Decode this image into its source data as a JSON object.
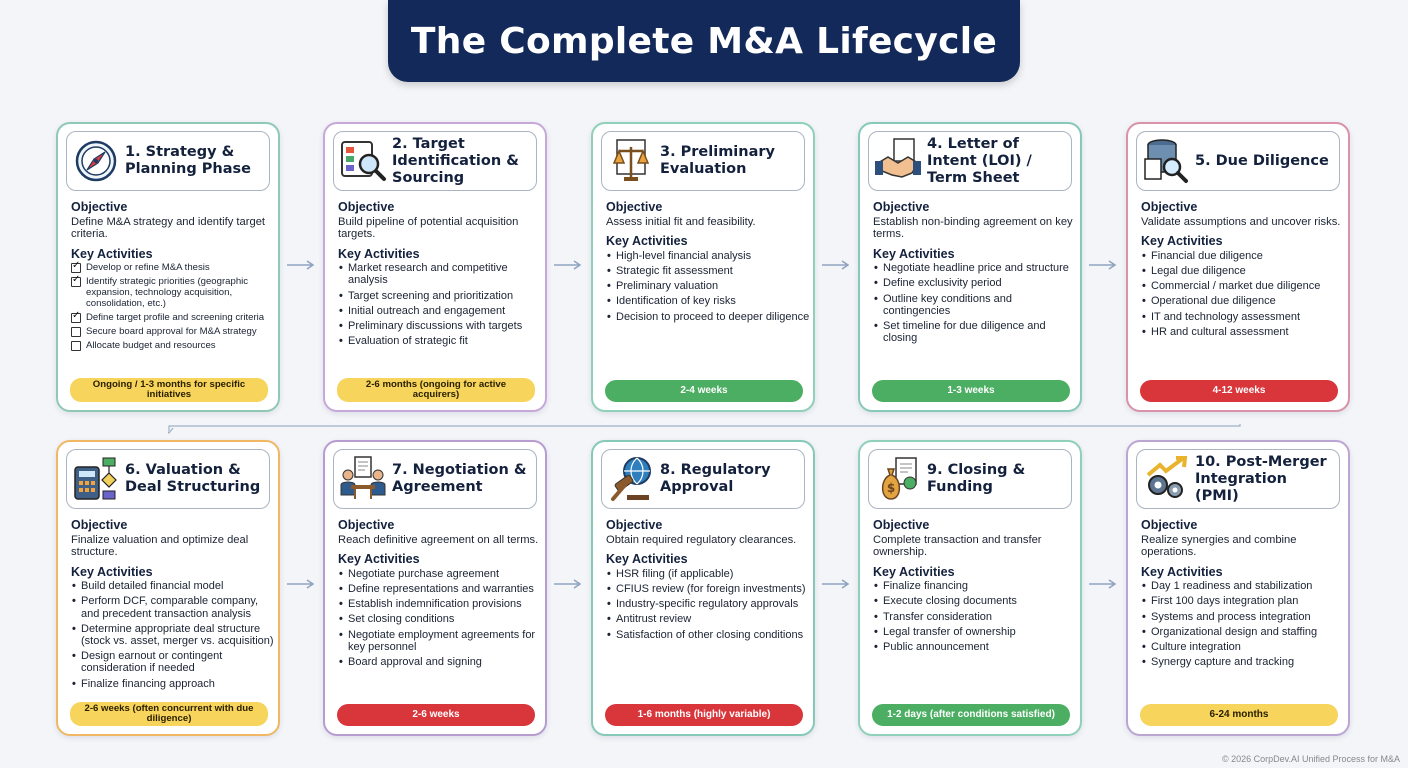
{
  "title": "The Complete M&A Lifecycle",
  "footer": "© 2026 CorpDev.AI Unified Process for M&A",
  "labels": {
    "objective": "Objective",
    "key_activities": "Key Activities"
  },
  "colors": {
    "banner": "#13295a",
    "yellow": "#f7d45b",
    "green": "#4cae62",
    "red": "#d9363b",
    "border_orange": "#f0a35c",
    "border_purple": "#b79ad0",
    "border_teal": "#7fc7b8",
    "border_pink": "#d98aa0"
  },
  "phases": [
    {
      "title": "1. Strategy & Planning Phase",
      "icon": "compass-icon",
      "objective": "Define M&A strategy and identify target criteria.",
      "activities": [
        {
          "text": "Develop or refine M&A thesis",
          "checked": true
        },
        {
          "text": "Identify strategic priorities (geographic expansion, technology acquisition, consolidation, etc.)",
          "checked": true
        },
        {
          "text": "Define target profile and screening criteria",
          "checked": true
        },
        {
          "text": "Secure board approval for M&A strategy",
          "checked": false
        },
        {
          "text": "Allocate budget and resources",
          "checked": false
        }
      ],
      "duration": "Ongoing / 1-3 months for specific initiatives",
      "duration_color": "yellow"
    },
    {
      "title": "2. Target Identification & Sourcing",
      "icon": "search-dashboard-icon",
      "objective": "Build pipeline of potential acquisition targets.",
      "activities": [
        "Market research and competitive analysis",
        "Target screening and prioritization",
        "Initial outreach and engagement",
        "Preliminary discussions with targets",
        "Evaluation of strategic fit"
      ],
      "duration": "2-6 months (ongoing for active acquirers)",
      "duration_color": "yellow"
    },
    {
      "title": "3. Preliminary Evaluation",
      "icon": "scales-icon",
      "objective": "Assess initial fit and feasibility.",
      "activities": [
        "High-level financial analysis",
        "Strategic fit assessment",
        "Preliminary valuation",
        "Identification of key risks",
        "Decision to proceed to deeper diligence"
      ],
      "duration": "2-4 weeks",
      "duration_color": "green"
    },
    {
      "title": "4. Letter of Intent (LOI) / Term Sheet",
      "icon": "handshake-icon",
      "objective": "Establish non-binding agreement on key terms.",
      "activities": [
        "Negotiate headline price and structure",
        "Define exclusivity period",
        "Outline key conditions and contingencies",
        "Set timeline for due diligence and closing"
      ],
      "duration": "1-3 weeks",
      "duration_color": "green"
    },
    {
      "title": "5. Due Diligence",
      "icon": "database-magnifier-icon",
      "objective": "Validate assumptions and uncover risks.",
      "activities": [
        "Financial due diligence",
        "Legal due diligence",
        "Commercial / market due diligence",
        "Operational due diligence",
        "IT and technology assessment",
        "HR and cultural assessment"
      ],
      "duration": "4-12 weeks",
      "duration_color": "red"
    },
    {
      "title": "6. Valuation & Deal Structuring",
      "icon": "calculator-flowchart-icon",
      "objective": "Finalize valuation and optimize deal structure.",
      "activities": [
        "Build detailed financial model",
        "Perform DCF, comparable company, and precedent transaction analysis",
        "Determine appropriate deal structure (stock vs. asset, merger vs. acquisition)",
        "Design earnout or contingent consideration if needed",
        "Finalize financing approach"
      ],
      "duration": "2-6 weeks (often concurrent with due diligence)",
      "duration_color": "yellow"
    },
    {
      "title": "7. Negotiation & Agreement",
      "icon": "negotiation-table-icon",
      "objective": "Reach definitive agreement on all terms.",
      "activities": [
        "Negotiate purchase agreement",
        "Define representations and warranties",
        "Establish indemnification provisions",
        "Set closing conditions",
        "Negotiate employment agreements for key personnel",
        "Board approval and signing"
      ],
      "duration": "2-6 weeks",
      "duration_color": "red"
    },
    {
      "title": "8. Regulatory Approval",
      "icon": "globe-gavel-icon",
      "objective": "Obtain required regulatory clearances.",
      "activities": [
        "HSR filing (if applicable)",
        "CFIUS review (for foreign investments)",
        "Industry-specific regulatory approvals",
        "Antitrust review",
        "Satisfaction of other closing conditions"
      ],
      "duration": "1-6 months (highly variable)",
      "duration_color": "red"
    },
    {
      "title": "9. Closing & Funding",
      "icon": "money-bag-document-icon",
      "objective": "Complete transaction and transfer ownership.",
      "activities": [
        "Finalize financing",
        "Execute closing documents",
        "Transfer consideration",
        "Legal transfer of ownership",
        "Public announcement"
      ],
      "duration": "1-2 days (after conditions satisfied)",
      "duration_color": "green"
    },
    {
      "title": "10. Post-Merger Integration (PMI)",
      "icon": "gears-growth-icon",
      "objective": "Realize synergies and combine operations.",
      "activities": [
        "Day 1 readiness and stabilization",
        "First 100 days integration plan",
        "Systems and process integration",
        "Organizational design and staffing",
        "Culture integration",
        "Synergy capture and tracking"
      ],
      "duration": "6-24 months",
      "duration_color": "yellow"
    }
  ]
}
